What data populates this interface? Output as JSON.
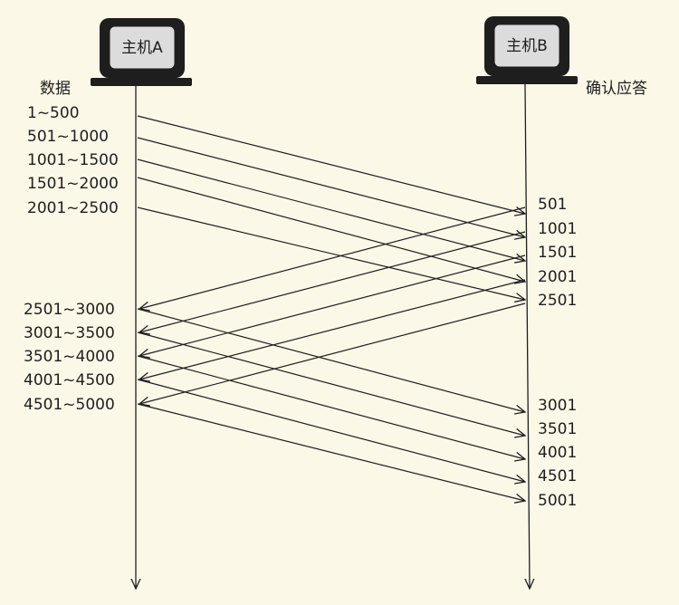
{
  "host_a": {
    "label": "主机A",
    "column_label": "数据"
  },
  "host_b": {
    "label": "主机B",
    "column_label": "确认应答"
  },
  "data_segments": [
    "1~500",
    "501~1000",
    "1001~1500",
    "1501~2000",
    "2001~2500",
    "2501~3000",
    "3001~3500",
    "3501~4000",
    "4001~4500",
    "4501~5000"
  ],
  "acks": [
    "501",
    "1001",
    "1501",
    "2001",
    "2501",
    "3001",
    "3501",
    "4001",
    "4501",
    "5001"
  ],
  "colors": {
    "background": "#fcf8e8",
    "ink": "#1e1e1e",
    "screen": "#dcdcdc"
  },
  "icons": [
    "computer-icon",
    "computer-icon"
  ]
}
